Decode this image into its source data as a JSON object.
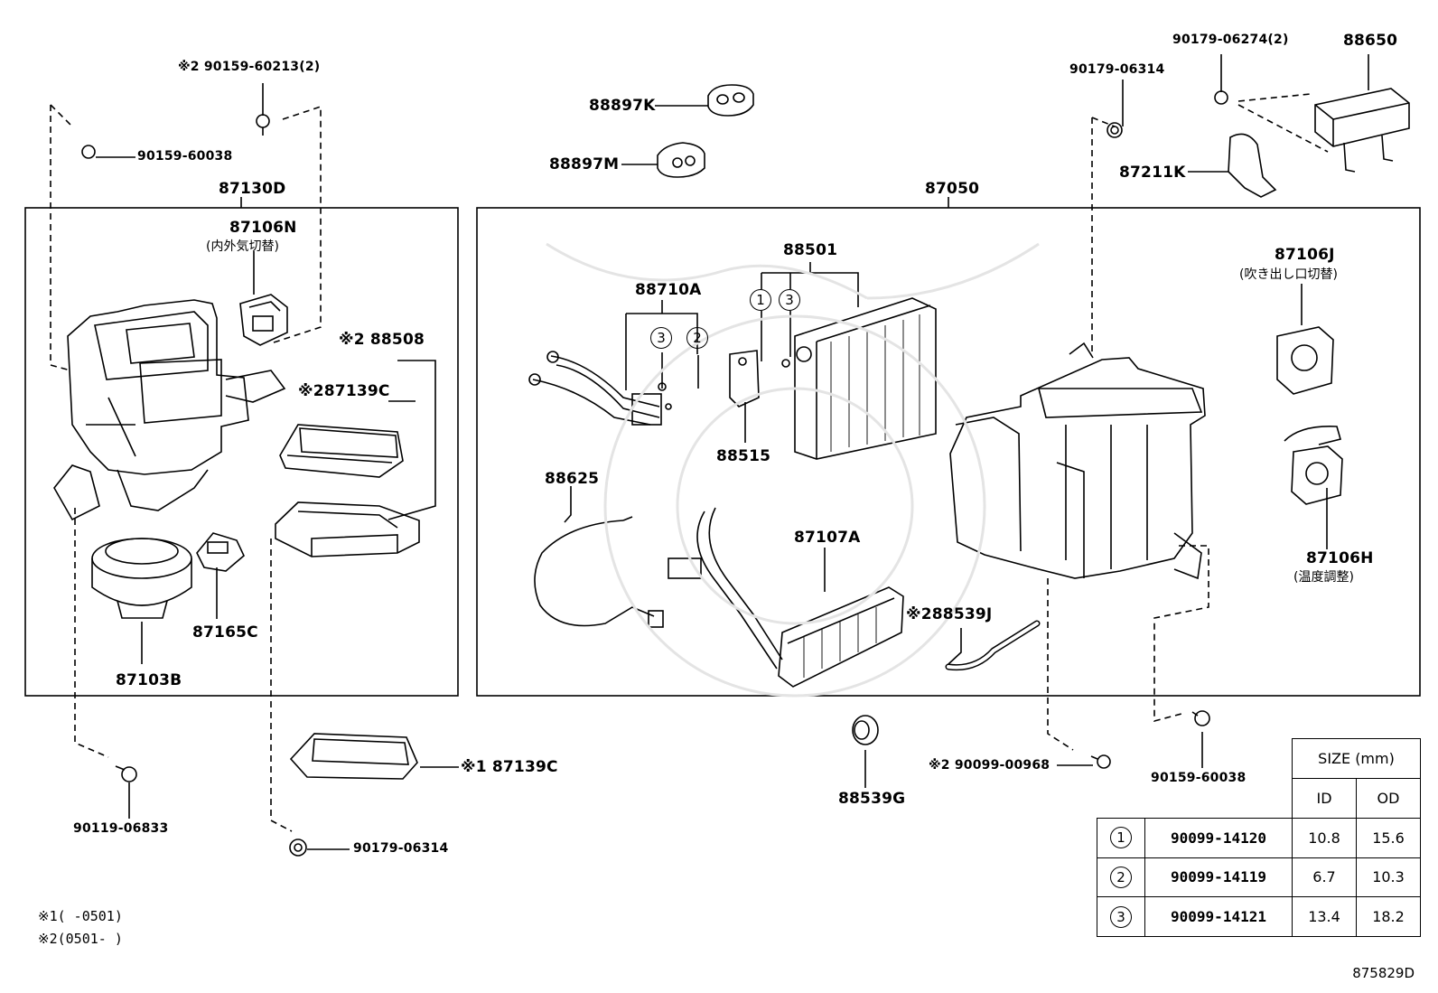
{
  "groups": {
    "left_assembly": "87130D",
    "right_assembly": "87050"
  },
  "labels": {
    "p90159_60213": "※2 90159-60213(2)",
    "p90159_60038_left": "90159-60038",
    "p87106N": "87106N",
    "p87106N_sub": "(内外気切替)",
    "p88508": "※2 88508",
    "p87139C_upper": "※287139C",
    "p87165C": "87165C",
    "p87103B": "87103B",
    "p90119_06833": "90119-06833",
    "p87139C_lower": "※1 87139C",
    "p90179_06314_lower": "90179-06314",
    "p88897K": "88897K",
    "p88897M": "88897M",
    "p88710A": "88710A",
    "p88501": "88501",
    "p88515": "88515",
    "p88625": "88625",
    "p87107A": "87107A",
    "p88539J": "※288539J",
    "p88539G": "88539G",
    "p90099_00968": "※2 90099-00968",
    "p90179_06314_upper": "90179-06314",
    "p90179_06274": "90179-06274(2)",
    "p88650": "88650",
    "p87211K": "87211K",
    "p87106J": "87106J",
    "p87106J_sub": "(吹き出し口切替)",
    "p87106H": "87106H",
    "p87106H_sub": "(温度調整)",
    "p90159_60038_right": "90159-60038"
  },
  "callouts": {
    "c88710A_a": "3",
    "c88710A_b": "2",
    "c88501_a": "1",
    "c88501_b": "3"
  },
  "notes": {
    "note1": "※1(    -0501)",
    "note2": "※2(0501-    )"
  },
  "size_table": {
    "header": "SIZE (mm)",
    "col_id": "ID",
    "col_od": "OD",
    "rows": [
      {
        "mark": "1",
        "part": "90099-14120",
        "id": "10.8",
        "od": "15.6"
      },
      {
        "mark": "2",
        "part": "90099-14119",
        "id": "6.7",
        "od": "10.3"
      },
      {
        "mark": "3",
        "part": "90099-14121",
        "id": "13.4",
        "od": "18.2"
      }
    ]
  },
  "doc_id": "875829D"
}
